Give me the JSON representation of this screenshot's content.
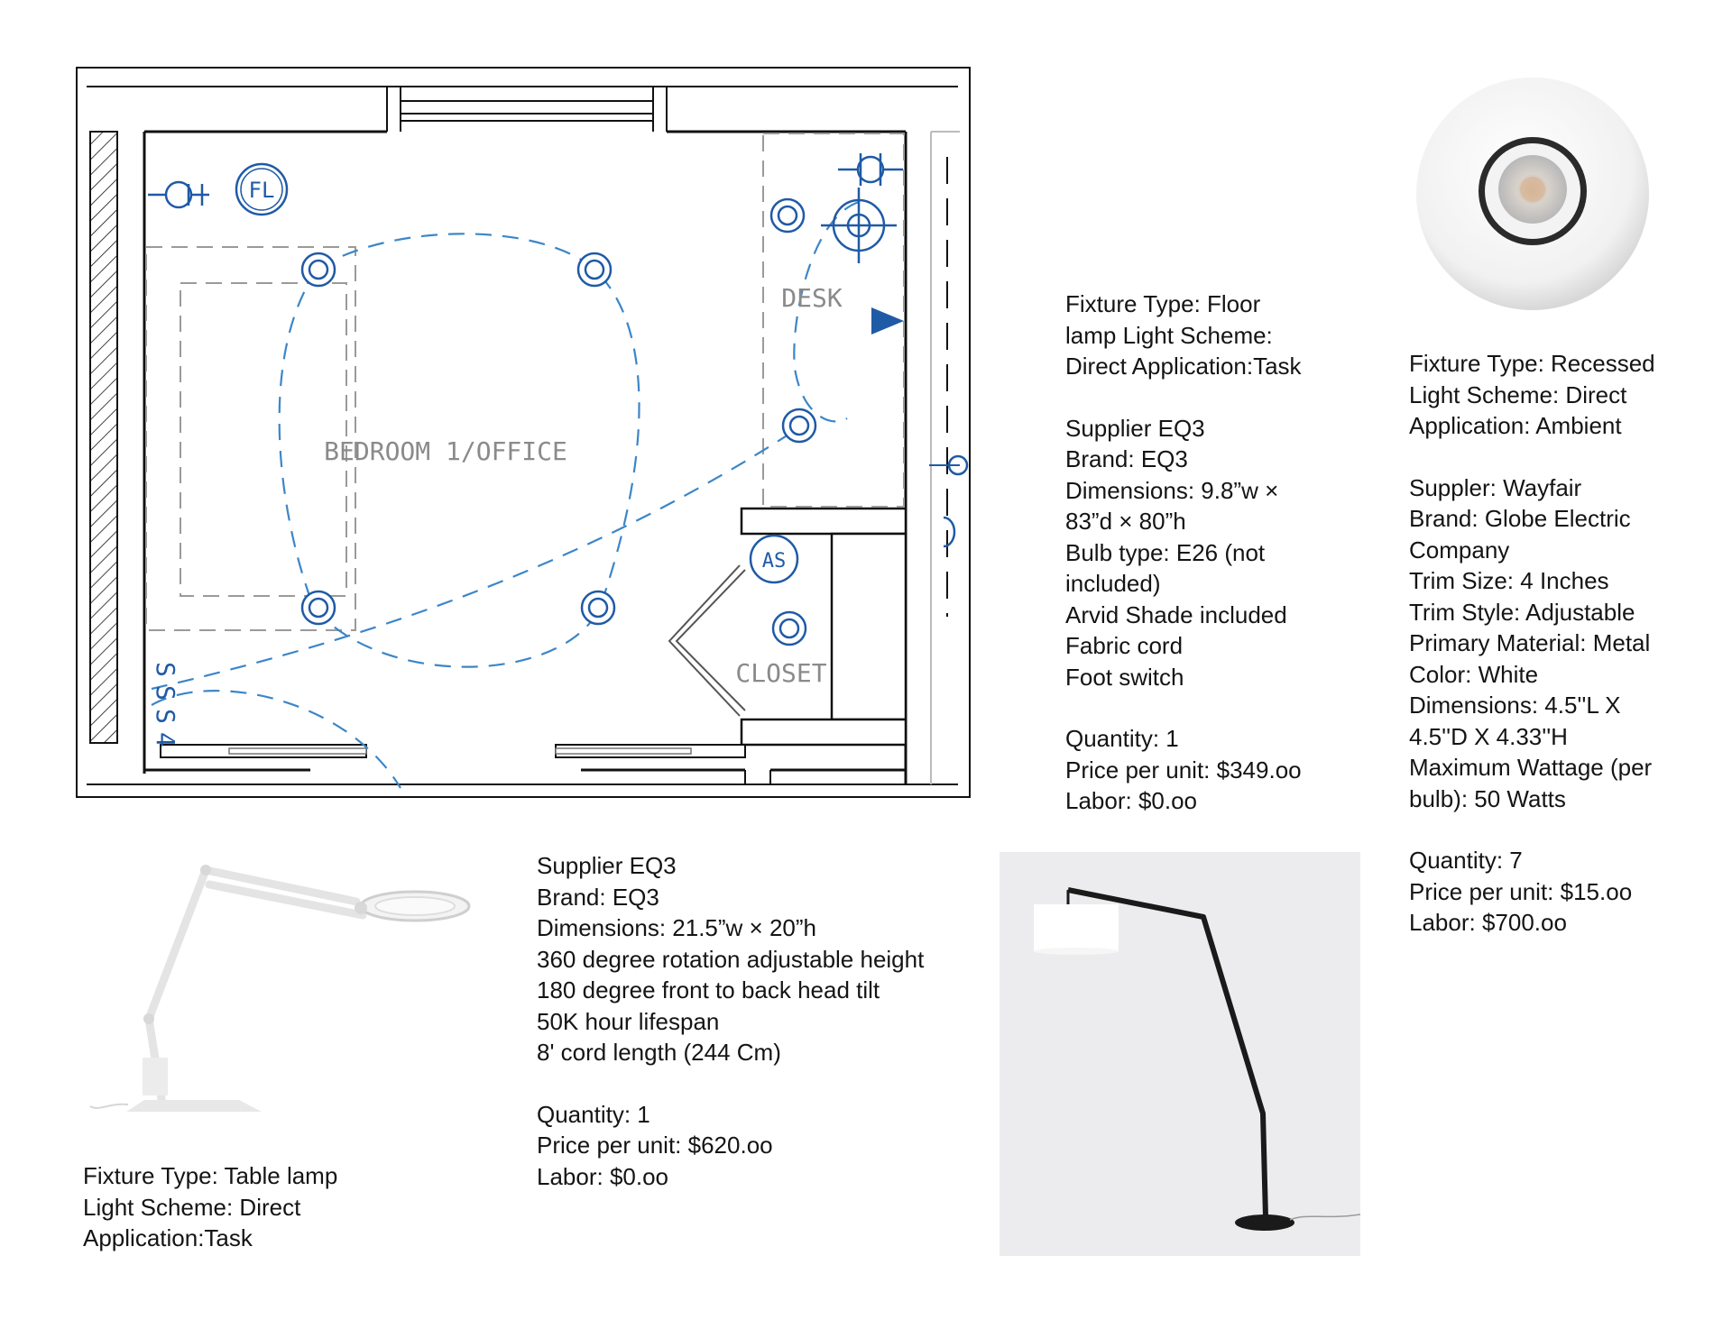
{
  "plan": {
    "room_label": "BEDROOM 1/OFFICE",
    "desk_label": "DESK",
    "closet_label": "CLOSET",
    "fl_symbol": "FL",
    "as_symbol": "AS",
    "switch_symbols": [
      "S",
      "S",
      "S",
      "4"
    ]
  },
  "colors": {
    "plan_blue": "#1f5aa6",
    "wall_black": "#111111",
    "dashed_gray": "#9a9a9a"
  },
  "floor_lamp_spec": {
    "fixture_lines": [
      "Fixture Type: Floor",
      "lamp Light Scheme:",
      "Direct Application:Task"
    ],
    "detail_lines": [
      "Supplier EQ3",
      "Brand: EQ3",
      "Dimensions: 9.8”w ×",
      "83”d × 80”h",
      "Bulb type: E26 (not",
      "included)",
      "Arvid Shade included",
      "Fabric cord",
      "Foot switch"
    ],
    "pricing_lines": [
      "Quantity: 1",
      "Price per unit: $349.oo",
      "Labor: $0.oo"
    ]
  },
  "recessed_spec": {
    "fixture_lines": [
      "Fixture Type: Recessed",
      "Light Scheme: Direct",
      "Application: Ambient"
    ],
    "detail_lines": [
      "Suppler: Wayfair",
      "Brand: Globe Electric",
      "Company",
      "Trim Size: 4 Inches",
      "Trim Style: Adjustable",
      "Primary Material: Metal",
      "Color: White",
      "Dimensions: 4.5''L X",
      "4.5''D X 4.33''H",
      "Maximum Wattage (per",
      "bulb): 50 Watts"
    ],
    "pricing_lines": [
      "Quantity: 7",
      "Price per unit: $15.oo",
      "Labor: $700.oo"
    ]
  },
  "table_lamp_spec": {
    "detail_lines": [
      "Supplier EQ3",
      "Brand: EQ3",
      "Dimensions: 21.5”w × 20”h",
      "360 degree rotation adjustable height",
      "180 degree front to back head tilt",
      "50K hour lifespan",
      "8' cord length (244 Cm)"
    ],
    "pricing_lines": [
      "Quantity: 1",
      "Price per unit: $620.oo",
      "Labor: $0.oo"
    ],
    "fixture_lines": [
      "Fixture Type: Table lamp",
      "Light Scheme: Direct",
      "Application:Task"
    ]
  }
}
